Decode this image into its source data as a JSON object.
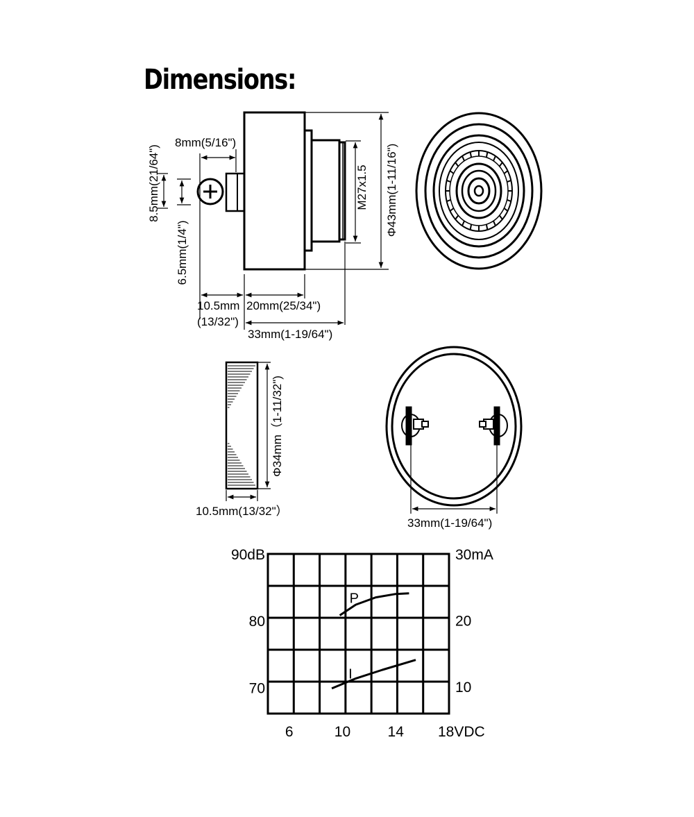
{
  "title": "Dimensions:",
  "side_view": {
    "width_8mm": "8mm(5/16\")",
    "dim_8_5mm": "8.5mm(21/64\")",
    "dim_6_5mm": "6.5mm(1/4\")",
    "dim_10_5mm_a": "10.5mm",
    "dim_10_5mm_b": "(13/32\")",
    "dim_20mm": "20mm(25/34\")",
    "dim_33mm": "33mm(1-19/64\")",
    "thread": "M27x1.5",
    "diameter_43": "Φ43mm(1-11/16\")",
    "terminal_symbol": "+"
  },
  "nut_view": {
    "diameter_34": "Φ34mm（1-11/32\")",
    "thickness": "10.5mm(13/32\"）"
  },
  "back_view": {
    "spacing": "33mm(1-19/64\")"
  },
  "chart_data": {
    "type": "line",
    "x": {
      "ticks": [
        6,
        10,
        14,
        18
      ],
      "tick_labels": [
        "6",
        "10",
        "14",
        "18VDC"
      ],
      "range": [
        4.4,
        18
      ]
    },
    "y_left": {
      "ticks": [
        70,
        80,
        90
      ],
      "tick_labels": [
        "70",
        "80",
        "90dB"
      ],
      "range": [
        66.1,
        90
      ]
    },
    "y_right": {
      "ticks": [
        10,
        20,
        30
      ],
      "tick_labels": [
        "10",
        "20",
        "30mA"
      ],
      "range": [
        5.9,
        30
      ]
    },
    "grid": true,
    "series": [
      {
        "name": "P",
        "axis": "left",
        "x": [
          9.8,
          11,
          12.5,
          14,
          15
        ],
        "y": [
          80.8,
          82.4,
          83.5,
          84.0,
          84.1
        ]
      },
      {
        "name": "I",
        "axis": "right",
        "x": [
          9.2,
          11,
          13,
          15.5
        ],
        "y": [
          9.7,
          11.2,
          12.5,
          14.0
        ]
      }
    ]
  }
}
